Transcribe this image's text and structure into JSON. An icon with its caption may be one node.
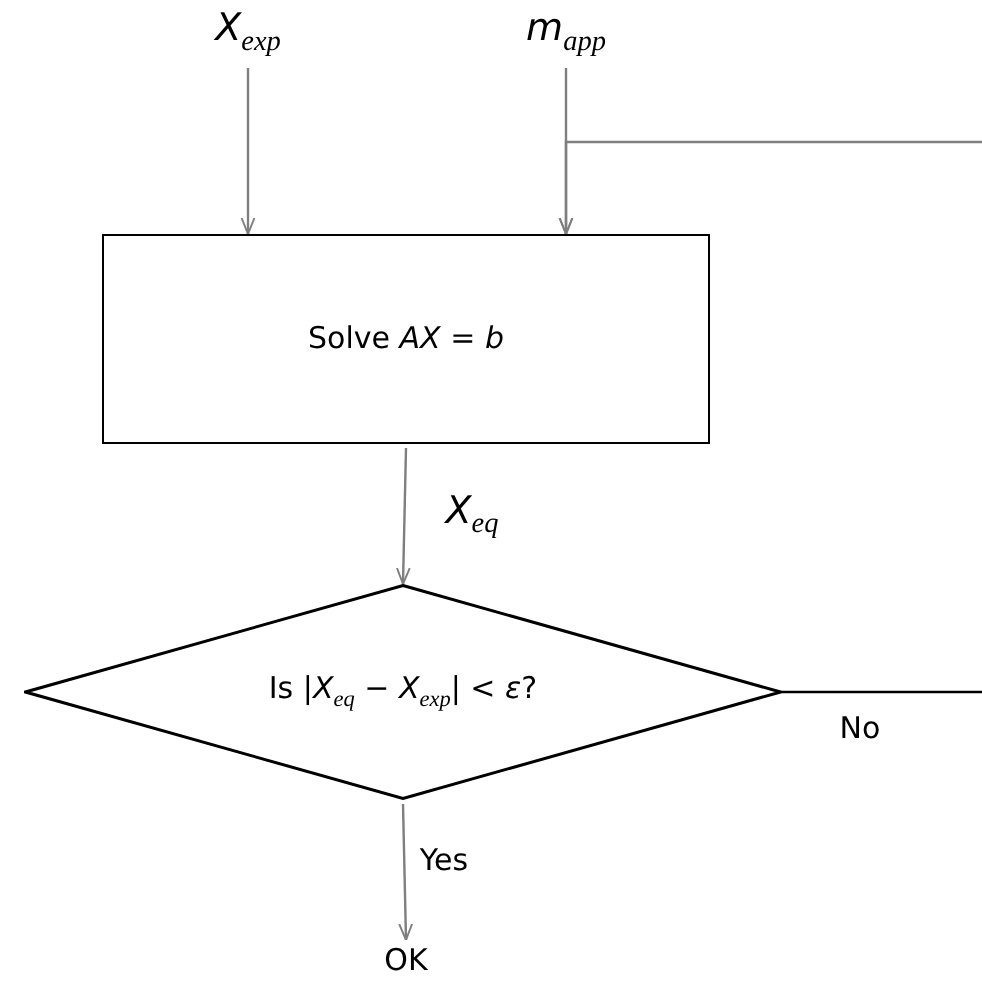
{
  "diagram": {
    "nodes": [
      {
        "text": [
          "*X*$_{exp}$"
        ]
      },
      {
        "text": [
          "*m*$_{app}$"
        ]
      },
      {
        "text": [
          "Solve *AX* = *b*"
        ]
      },
      {
        "text": [
          "Is |*X*$_{eq}$ − *X*$_{exp}$| < *ε*?"
        ]
      },
      {
        "text": [
          "OK"
        ]
      }
    ],
    "edges": [
      {
        "from": 0,
        "to": 2,
        "arrow": "to"
      },
      {
        "from": 1,
        "to": 2,
        "arrow": "to"
      },
      {
        "from": null,
        "to": 2,
        "arrow": "to"
      },
      {
        "from": 2,
        "to": 3,
        "arrow": "to",
        "label": "*X*$_{eq}$"
      },
      {
        "from": 3,
        "to": null,
        "arrow": "none",
        "label": "No",
        "color": "#000000"
      },
      {
        "from": 3,
        "to": 4,
        "arrow": "to",
        "label": "Yes"
      }
    ]
  }
}
